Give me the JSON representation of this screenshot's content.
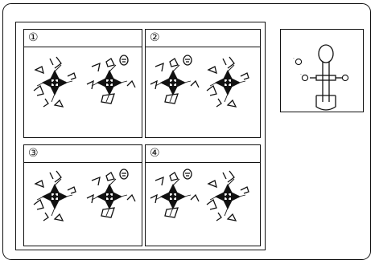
{
  "panels": [
    {
      "label": "①"
    },
    {
      "label": "②"
    },
    {
      "label": "③"
    },
    {
      "label": "④"
    }
  ],
  "pattern_lever": {
    "markers": [
      "○",
      "○",
      "○"
    ],
    "icons": [
      "lever-knob-icon"
    ]
  }
}
